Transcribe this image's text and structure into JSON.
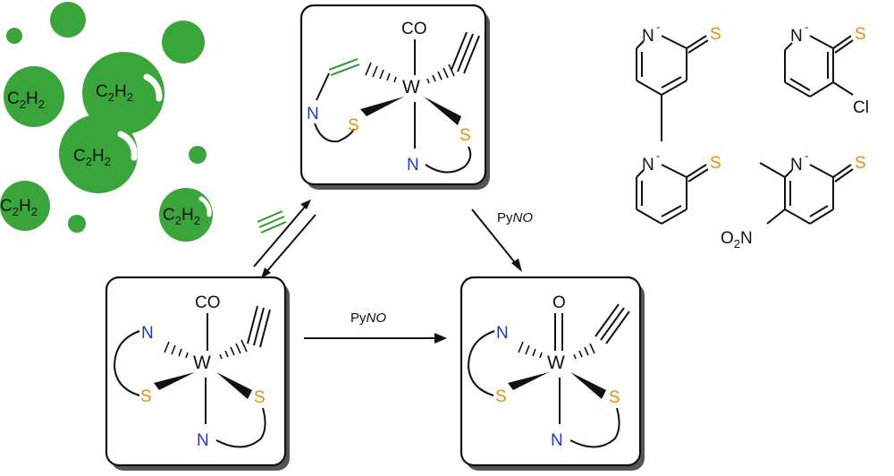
{
  "colors": {
    "nitrogen": "#2038c8",
    "sulfur": "#e8900c",
    "bubble": "#3aa53a",
    "bubble_highlight": "#ffffff",
    "ethylene": "#2e9a2e",
    "black": "#111111"
  },
  "bubbles": {
    "formula_main": "C",
    "formula_sub": "2",
    "formula_main2": "H",
    "formula_sub2": "2"
  },
  "complex_top": {
    "metal": "W",
    "co": "CO",
    "n1": "N",
    "s1": "S",
    "s2": "S",
    "n2": "N"
  },
  "complex_left": {
    "metal": "W",
    "co": "CO",
    "n1": "N",
    "s1": "S",
    "s2": "S",
    "n2": "N"
  },
  "complex_right": {
    "metal": "W",
    "oxo": "O",
    "n1": "N",
    "s1": "S",
    "s2": "S",
    "n2": "N"
  },
  "arrows": {
    "horizontal_reagent_main": "Py",
    "horizontal_reagent_italic": "NO",
    "diagonal_reagent_main": "Py",
    "diagonal_reagent_italic": "NO"
  },
  "ligands": {
    "bipy_n_top": "N",
    "bipy_n_bottom": "N",
    "bipy_s_top": "S",
    "bipy_s_bottom": "S",
    "minus": "-",
    "cl_n": "N",
    "cl_s": "S",
    "cl_label": "Cl",
    "nitro_n": "N",
    "nitro_s": "S",
    "nitro_o": "O",
    "nitro_o_sub": "2",
    "nitro_n_label": "N"
  }
}
